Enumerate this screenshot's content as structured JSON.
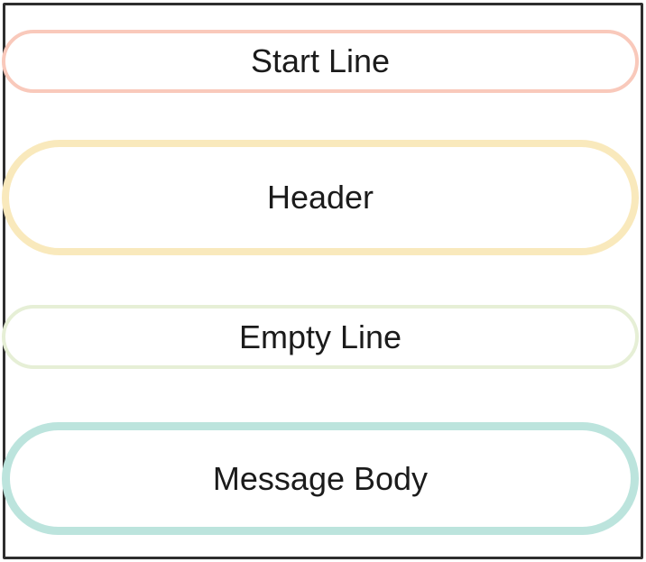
{
  "frame": {
    "border_color": "#2e2e2e",
    "background": "#ffffff",
    "text_color": "#1b1b1b"
  },
  "blocks": [
    {
      "label": "Start Line",
      "border_color": "#f9c9bb"
    },
    {
      "label": "Header",
      "border_color": "#f9e9bc"
    },
    {
      "label": "Empty Line",
      "border_color": "#e6efd6"
    },
    {
      "label": "Message Body",
      "border_color": "#bce4dd"
    }
  ]
}
